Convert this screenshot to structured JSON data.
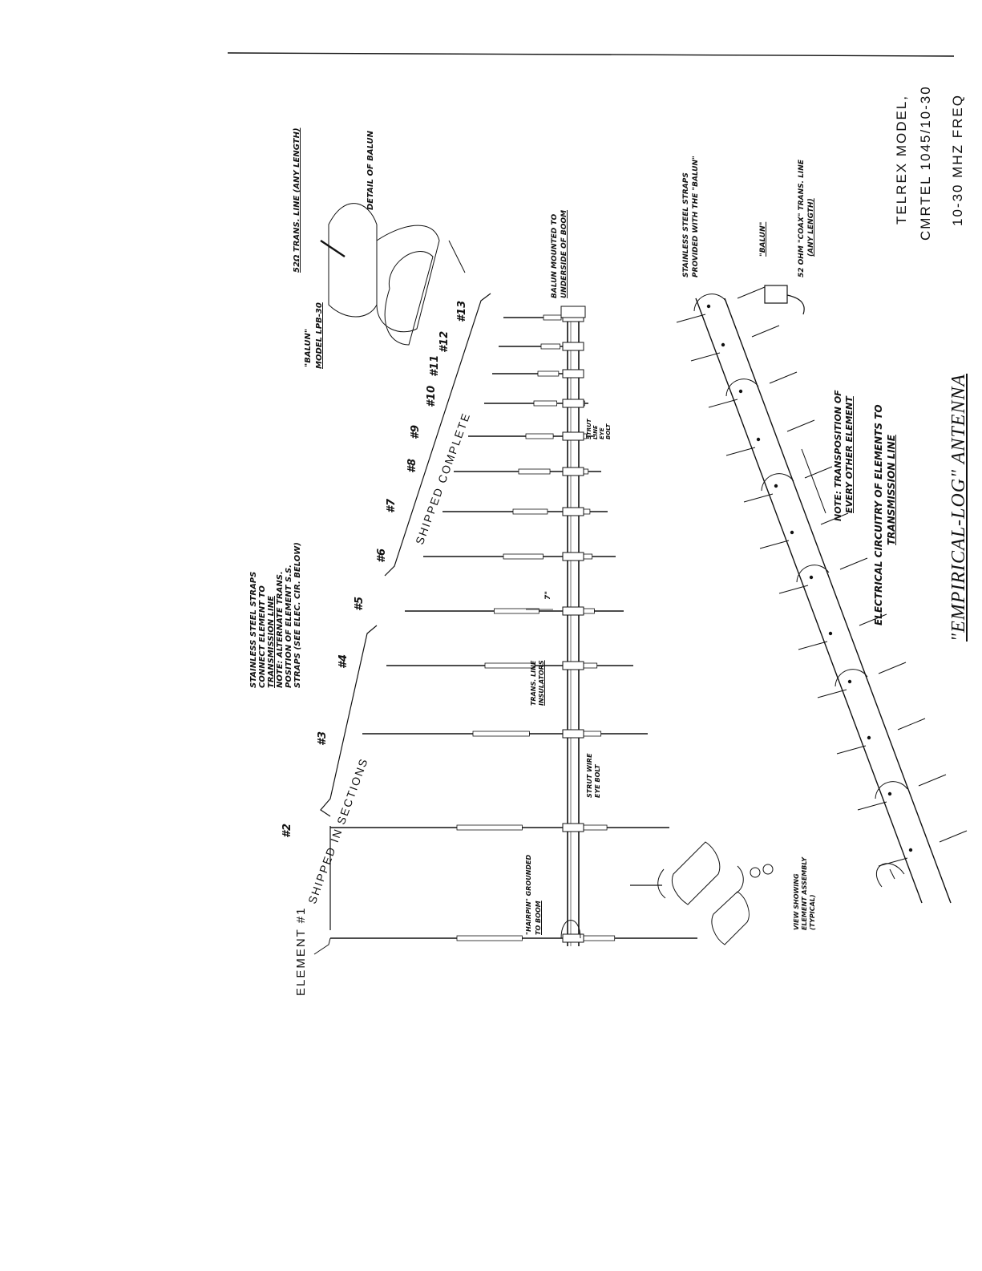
{
  "title_block": {
    "line1": "TELREX MODEL,",
    "line2": "CMRTEL 1045/10-30",
    "line3": "10-30 MHZ FREQ"
  },
  "drawing_title": "\"EMPIRICAL-LOG\" ANTENNA",
  "section_labels": {
    "element_1": "ELEMENT #1",
    "shipped_in_sections": "SHIPPED IN SECTIONS",
    "shipped_complete": "SHIPPED COMPLETE"
  },
  "element_numbers": [
    "#2",
    "#3",
    "#4",
    "#5",
    "#6",
    "#7",
    "#8",
    "#9",
    "#10",
    "#11",
    "#12",
    "#13"
  ],
  "notes": {
    "straps_line1": "STAINLESS STEEL STRAPS",
    "straps_line2": "CONNECT ELEMENT TO",
    "straps_line3": "TRANSMISSION LINE",
    "straps_line4": "NOTE: ALTERNATE TRANS.",
    "straps_line5": "POSITION OF ELEMENT S.S.",
    "straps_line6": "STRAPS (SEE ELEC. CIR. BELOW)",
    "balun_model1": "\"BALUN\"",
    "balun_model2": "MODEL LPB-30",
    "trans_line_52": "52Ω TRANS. LINE (ANY LENGTH)",
    "detail_of_balun": "DETAIL OF BALUN",
    "balun_mounted1": "BALUN MOUNTED TO",
    "balun_mounted2": "UNDERSIDE OF BOOM",
    "strut_line1": "STRUT",
    "strut_line2": "LINE",
    "strut_line3": "EYE",
    "strut_line4": "BOLT",
    "trans_insulators1": "TRANS. LINE",
    "trans_insulators2": "INSULATORS",
    "strut_wire1": "STRUT WIRE",
    "strut_wire2": "EYE BOLT",
    "hairpin1": "\"HAIRPIN\" GROUNDED",
    "hairpin2": "TO BOOM",
    "view_element1": "VIEW SHOWING",
    "view_element2": "ELEMENT ASSEMBLY",
    "view_element3": "(TYPICAL)",
    "ss_straps_balun1": "STAINLESS STEEL STRAPS",
    "ss_straps_balun2": "PROVIDED WITH THE \"BALUN\"",
    "balun_small": "\"BALUN\"",
    "coax1": "52 OHM \"COAX\" TRANS. LINE",
    "coax2": "(ANY LENGTH)",
    "transposition1": "NOTE: TRANSPOSITION OF",
    "transposition2": "EVERY OTHER ELEMENT",
    "electrical1": "ELECTRICAL CIRCUITRY OF ELEMENTS TO",
    "electrical2": "TRANSMISSION LINE",
    "dim_mark": "7\""
  }
}
